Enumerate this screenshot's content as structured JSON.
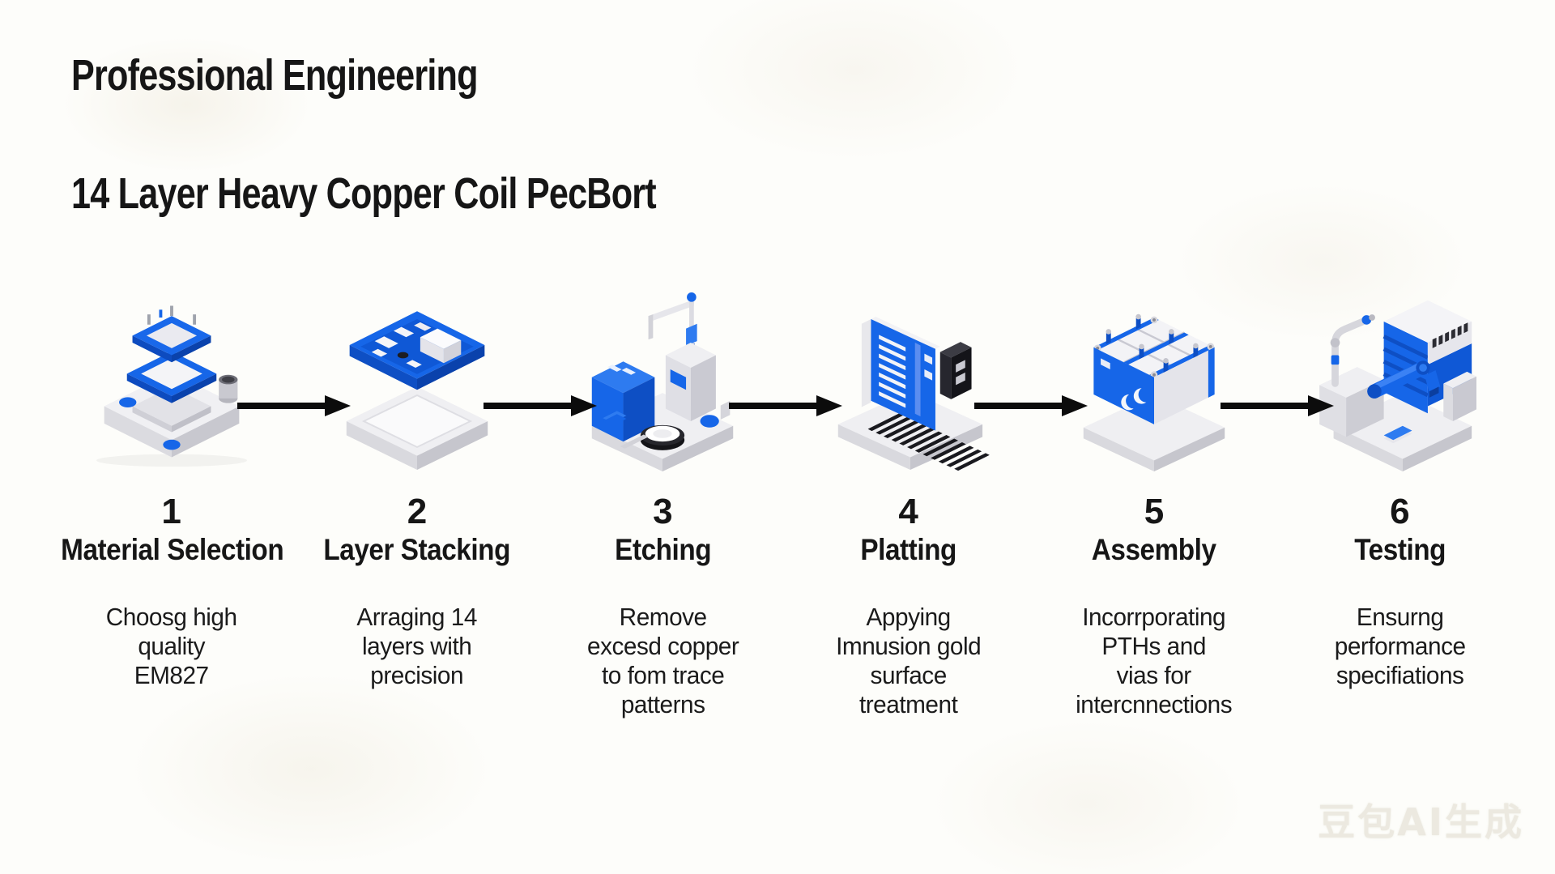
{
  "page": {
    "title": "Professional Engineering",
    "subtitle": "14 Layer Heavy Copper Coil PecBort",
    "watermark": "豆包AI生成"
  },
  "colors": {
    "accent_blue": "#1666E8",
    "dark_blue": "#0E4FC4",
    "machine_gray": "#D9D9DE",
    "arrow_black": "#0C0C0C",
    "text_black": "#161616",
    "watermark_gray": "#ECE9E0"
  },
  "steps": [
    {
      "number": "1",
      "name": "Material Selection",
      "description": "Choosg high\nquality\nEM827",
      "icon": "material-layers-isometric-icon"
    },
    {
      "number": "2",
      "name": "Layer Stacking",
      "description": "Arraging 14\nlayers with\nprecision",
      "icon": "pcb-board-isometric-icon"
    },
    {
      "number": "3",
      "name": "Etching",
      "description": "Remove\nexcesd copper\nto fom trace\npatterns",
      "icon": "etching-machine-isometric-icon"
    },
    {
      "number": "4",
      "name": "Platting",
      "description": "Appying\nImnusion gold\nsurface\ntreatment",
      "icon": "plating-machine-isometric-icon"
    },
    {
      "number": "5",
      "name": "Assembly",
      "description": "Incorrporating\nPTHs and\nvias for\nintercnnections",
      "icon": "assembly-machine-isometric-icon"
    },
    {
      "number": "6",
      "name": "Testing",
      "description": "Ensurng\nperformance\nspecifiations",
      "icon": "testing-machine-isometric-icon"
    }
  ]
}
